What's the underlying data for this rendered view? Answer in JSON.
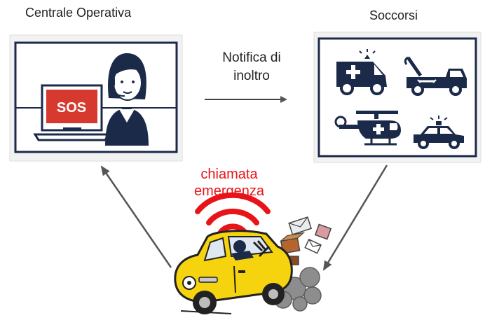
{
  "labels": {
    "centrale": "Centrale Operativa",
    "soccorsi": "Soccorsi",
    "notifica_line1": "Notifica di",
    "notifica_line2": "inoltro",
    "chiamata_line1": "chiamata",
    "chiamata_line2": "emergenza",
    "sos": "SOS"
  },
  "colors": {
    "sos_red": "#d63a2f",
    "call_text": "#e8141a",
    "signal_red": "#e8141a",
    "car_yellow": "#f5d40f",
    "icon_navy": "#1c2a4a",
    "arrow_gray": "#555555"
  },
  "icons": [
    "ambulance-icon",
    "tow-truck-icon",
    "helicopter-icon",
    "police-car-icon"
  ]
}
